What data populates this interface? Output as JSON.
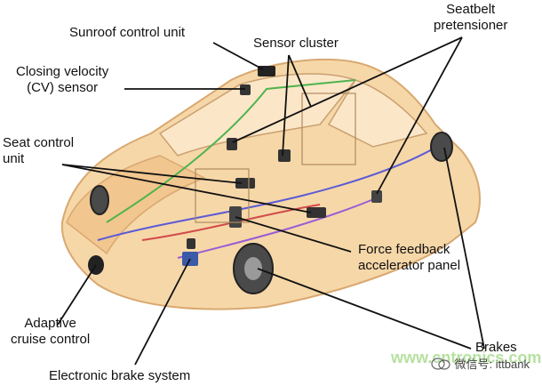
{
  "labels": {
    "sunroof": "Sunroof control unit",
    "sensor_cluster": "Sensor cluster",
    "seatbelt": [
      "Seatbelt",
      "pretensioner"
    ],
    "cv_sensor": [
      "Closing velocity",
      "(CV) sensor"
    ],
    "seat_control": [
      "Seat control",
      "unit"
    ],
    "force_feedback": [
      "Force feedback",
      "accelerator panel"
    ],
    "adaptive_cruise": [
      "Adaptive",
      "cruise control"
    ],
    "brakes": "Brakes",
    "ebs": "Electronic brake system"
  },
  "watermark": {
    "text": "微信号: ittbank",
    "site": "www.cntronics.com"
  },
  "colors": {
    "car_body": "#f6d7a8",
    "car_outline": "#d9a870",
    "leader_line": "#111111",
    "wire_blue": "#5b5bd6",
    "wire_green": "#4fb34f",
    "wire_red": "#d24a4a"
  }
}
